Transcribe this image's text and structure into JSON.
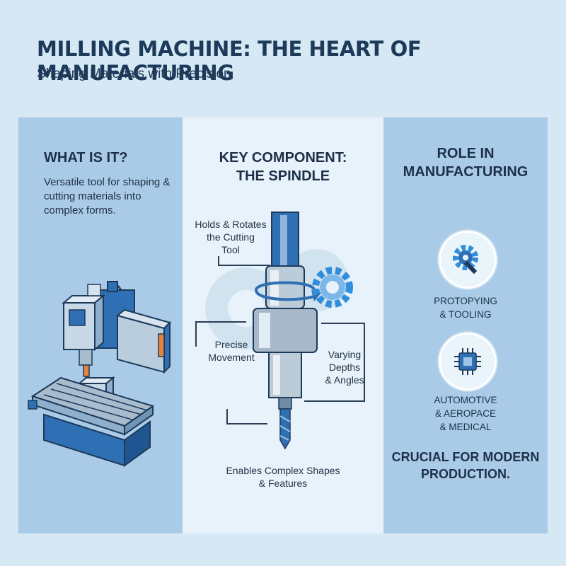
{
  "header": {
    "title": "MILLING MACHINE: THE HEART OF MANUFACTURING",
    "subtitle": "Shaping Materials with Precision"
  },
  "what_is_it": {
    "heading": "WHAT IS IT?",
    "description": "Versatile tool for shaping & cutting materials into complex forms."
  },
  "spindle": {
    "heading_line1": "KEY COMPONENT:",
    "heading_line2": "THE SPINDLE",
    "label_top_line1": "Holds & Rotates",
    "label_top_line2": "the Cutting",
    "label_top_line3": "Tool",
    "label_left_line1": "Precise",
    "label_left_line2": "Movement",
    "label_right_line1": "Varying",
    "label_right_line2": "Depths",
    "label_right_line3": "& Angles",
    "label_bottom_line1": "Enables Complex Shapes",
    "label_bottom_line2": "& Features"
  },
  "role": {
    "heading_line1": "ROLE IN",
    "heading_line2": "MANUFACTURING",
    "item1_line1": "PROTOPYING",
    "item1_line2": "& TOOLING",
    "item1_icon": "gear-wrench-icon",
    "item2_line1": "AUTOMOTIVE",
    "item2_line2": "& AEROPACE",
    "item2_line3": "& MEDICAL",
    "item2_icon": "microchip-icon",
    "closing_line1": "CRUCIAL FOR MODERN",
    "closing_line2": "PRODUCTION."
  },
  "colors": {
    "background": "#d5e8f4",
    "side_panel": "#a9cbe8",
    "center_panel": "#e7f2fa",
    "machine_blue": "#2f6fb3",
    "accent_orange": "#e8843a"
  }
}
